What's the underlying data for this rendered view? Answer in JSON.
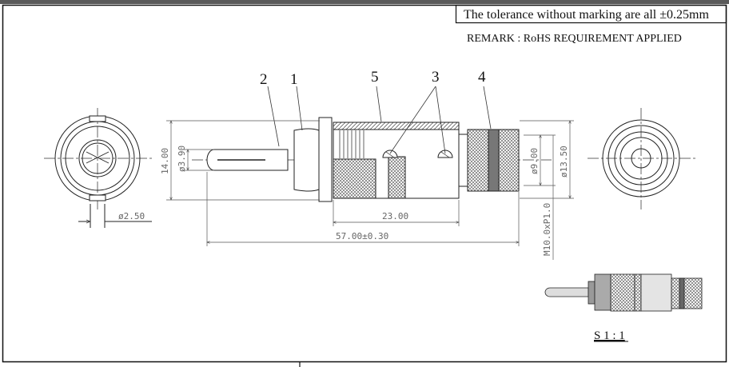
{
  "notes": {
    "tolerance": "The tolerance without marking are all ±0.25mm",
    "remark": "REMARK : RoHS REQUIREMENT APPLIED"
  },
  "part_labels": [
    "2",
    "1",
    "5",
    "3",
    "4"
  ],
  "dimensions": {
    "height_overall": "14.00",
    "pin_diameter": "ø3.90",
    "body_length": "23.00",
    "total_length": "57.00±0.30",
    "cap_inner_diameter": "ø9.00",
    "cap_outer_diameter": "ø13.50",
    "thread": "M10.0xP1.0",
    "hole_diameter": "ø2.50"
  },
  "scale": "S 1 : 1"
}
